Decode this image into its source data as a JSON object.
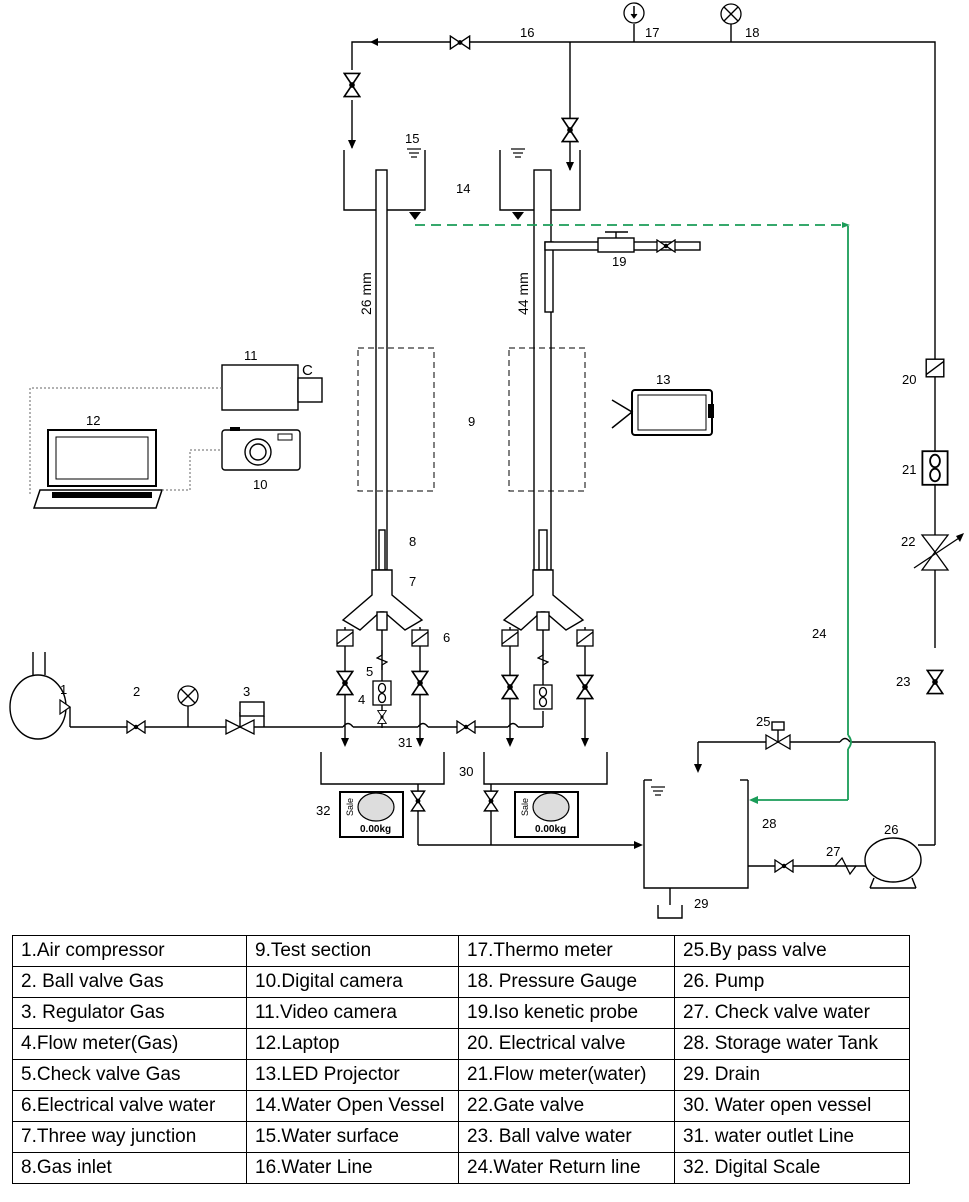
{
  "labels": {
    "n1": "1",
    "n2": "2",
    "n3": "3",
    "n4": "4",
    "n5": "5",
    "n6": "6",
    "n7": "7",
    "n8": "8",
    "n9": "9",
    "n10": "10",
    "n11": "11",
    "n12": "12",
    "n13": "13",
    "n14": "14",
    "n15": "15",
    "n16": "16",
    "n17": "17",
    "n18": "18",
    "n19": "19",
    "n20": "20",
    "n21": "21",
    "n22": "22",
    "n23": "23",
    "n24": "24",
    "n25": "25",
    "n26": "26",
    "n27": "27",
    "n28": "28",
    "n29": "29",
    "n30": "30",
    "n31": "31",
    "n32": "32",
    "camera_letter": "C"
  },
  "pipes": {
    "left_diameter": "26 mm",
    "right_diameter": "44 mm"
  },
  "scales": {
    "label": "Sale",
    "left_reading": "0.00kg",
    "right_reading": "0.00kg"
  },
  "legend": {
    "rows": [
      [
        "1.Air compressor",
        "9.Test section",
        "17.Thermo meter",
        "25.By pass valve"
      ],
      [
        "2. Ball valve  Gas",
        "10.Digital camera",
        "18. Pressure Gauge",
        "26. Pump"
      ],
      [
        "3. Regulator Gas",
        "11.Video camera",
        "19.Iso kenetic probe",
        "27. Check valve water"
      ],
      [
        "4.Flow meter(Gas)",
        "12.Laptop",
        "20. Electrical valve",
        "28. Storage water Tank"
      ],
      [
        "5.Check valve Gas",
        "13.LED Projector",
        "21.Flow meter(water)",
        "29. Drain"
      ],
      [
        "6.Electrical valve water",
        "14.Water Open Vessel",
        "22.Gate valve",
        "30. Water open vessel"
      ],
      [
        "7.Three way junction",
        "15.Water surface",
        "23. Ball valve water",
        "31. water outlet Line"
      ],
      [
        "8.Gas inlet",
        "16.Water  Line",
        "24.Water Return line",
        "32. Digital Scale"
      ]
    ]
  },
  "colors": {
    "return_line": "#1a9c58"
  }
}
